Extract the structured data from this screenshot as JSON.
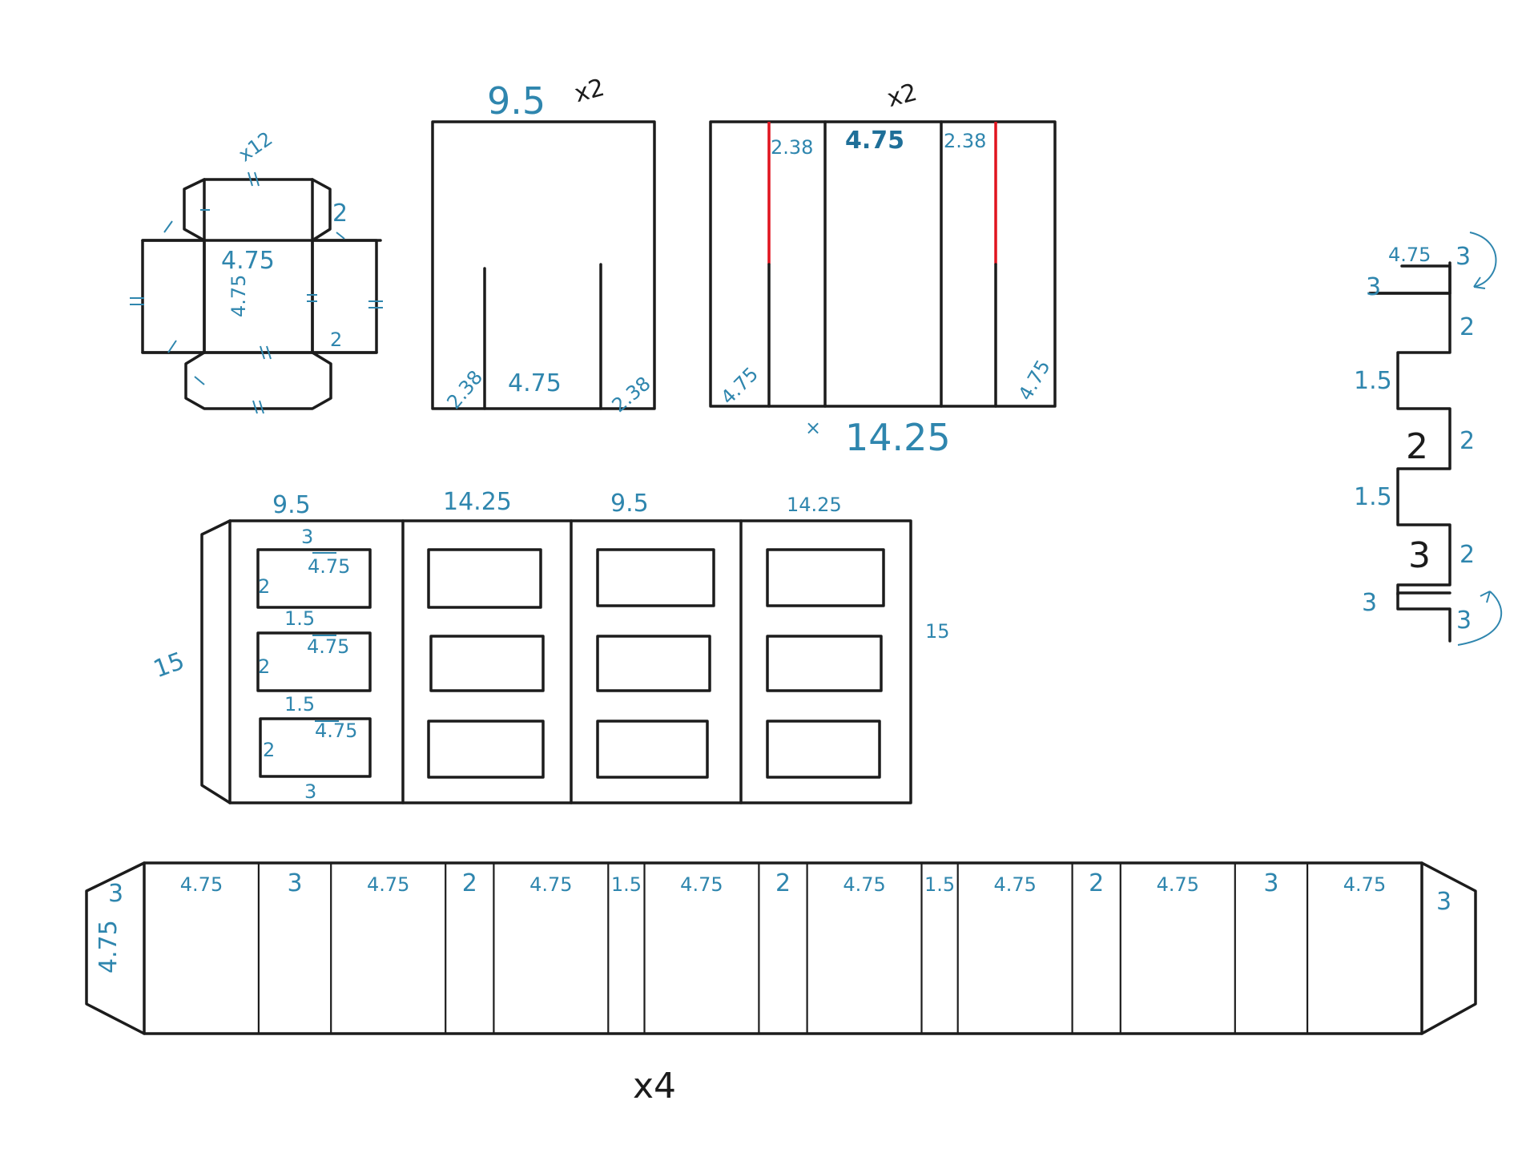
{
  "lid_net": {
    "multiplier": "x12",
    "center": "4.75",
    "side": "4.75",
    "flap_right": "2",
    "flap_top_right": "2"
  },
  "front_panel": {
    "top": "9.5",
    "multiplier": "x2",
    "left": "2.38",
    "middle": "4.75",
    "right": "2.38"
  },
  "side_panel": {
    "multiplier": "x2",
    "top_mid": "4.75",
    "top_left": "2.38",
    "top_right": "2.38",
    "bottom_left": "4.75",
    "bottom_right": "4.75",
    "width_prefix": "×",
    "width": "14.25"
  },
  "long_panel": {
    "cols": [
      "9.5",
      "14.25",
      "9.5",
      "14.25"
    ],
    "height_left": "15",
    "height_right": "15",
    "win1": {
      "top": "3",
      "w": "4.75",
      "h": "2"
    },
    "gap1": "1.5",
    "win2": {
      "w": "4.75",
      "h": "2"
    },
    "gap2": "1.5",
    "win3": {
      "w": "4.75",
      "h": "2"
    },
    "bottom": "3"
  },
  "profile": {
    "top_w": "4.75",
    "top_right": "3",
    "top_left": "3",
    "r1": "2",
    "l1": "1.5",
    "center1": "2",
    "r2": "2",
    "l2": "1.5",
    "center2": "3",
    "r3": "2",
    "bottom_left": "3",
    "bottom_right": "3"
  },
  "strip": {
    "segments": [
      "4.75",
      "3",
      "4.75",
      "2",
      "4.75",
      "1.5",
      "4.75",
      "2",
      "4.75",
      "1.5",
      "4.75",
      "2",
      "4.75",
      "3",
      "4.75"
    ],
    "left_flap": "3",
    "right_flap": "3",
    "height": "4.75",
    "multiplier": "x4"
  }
}
